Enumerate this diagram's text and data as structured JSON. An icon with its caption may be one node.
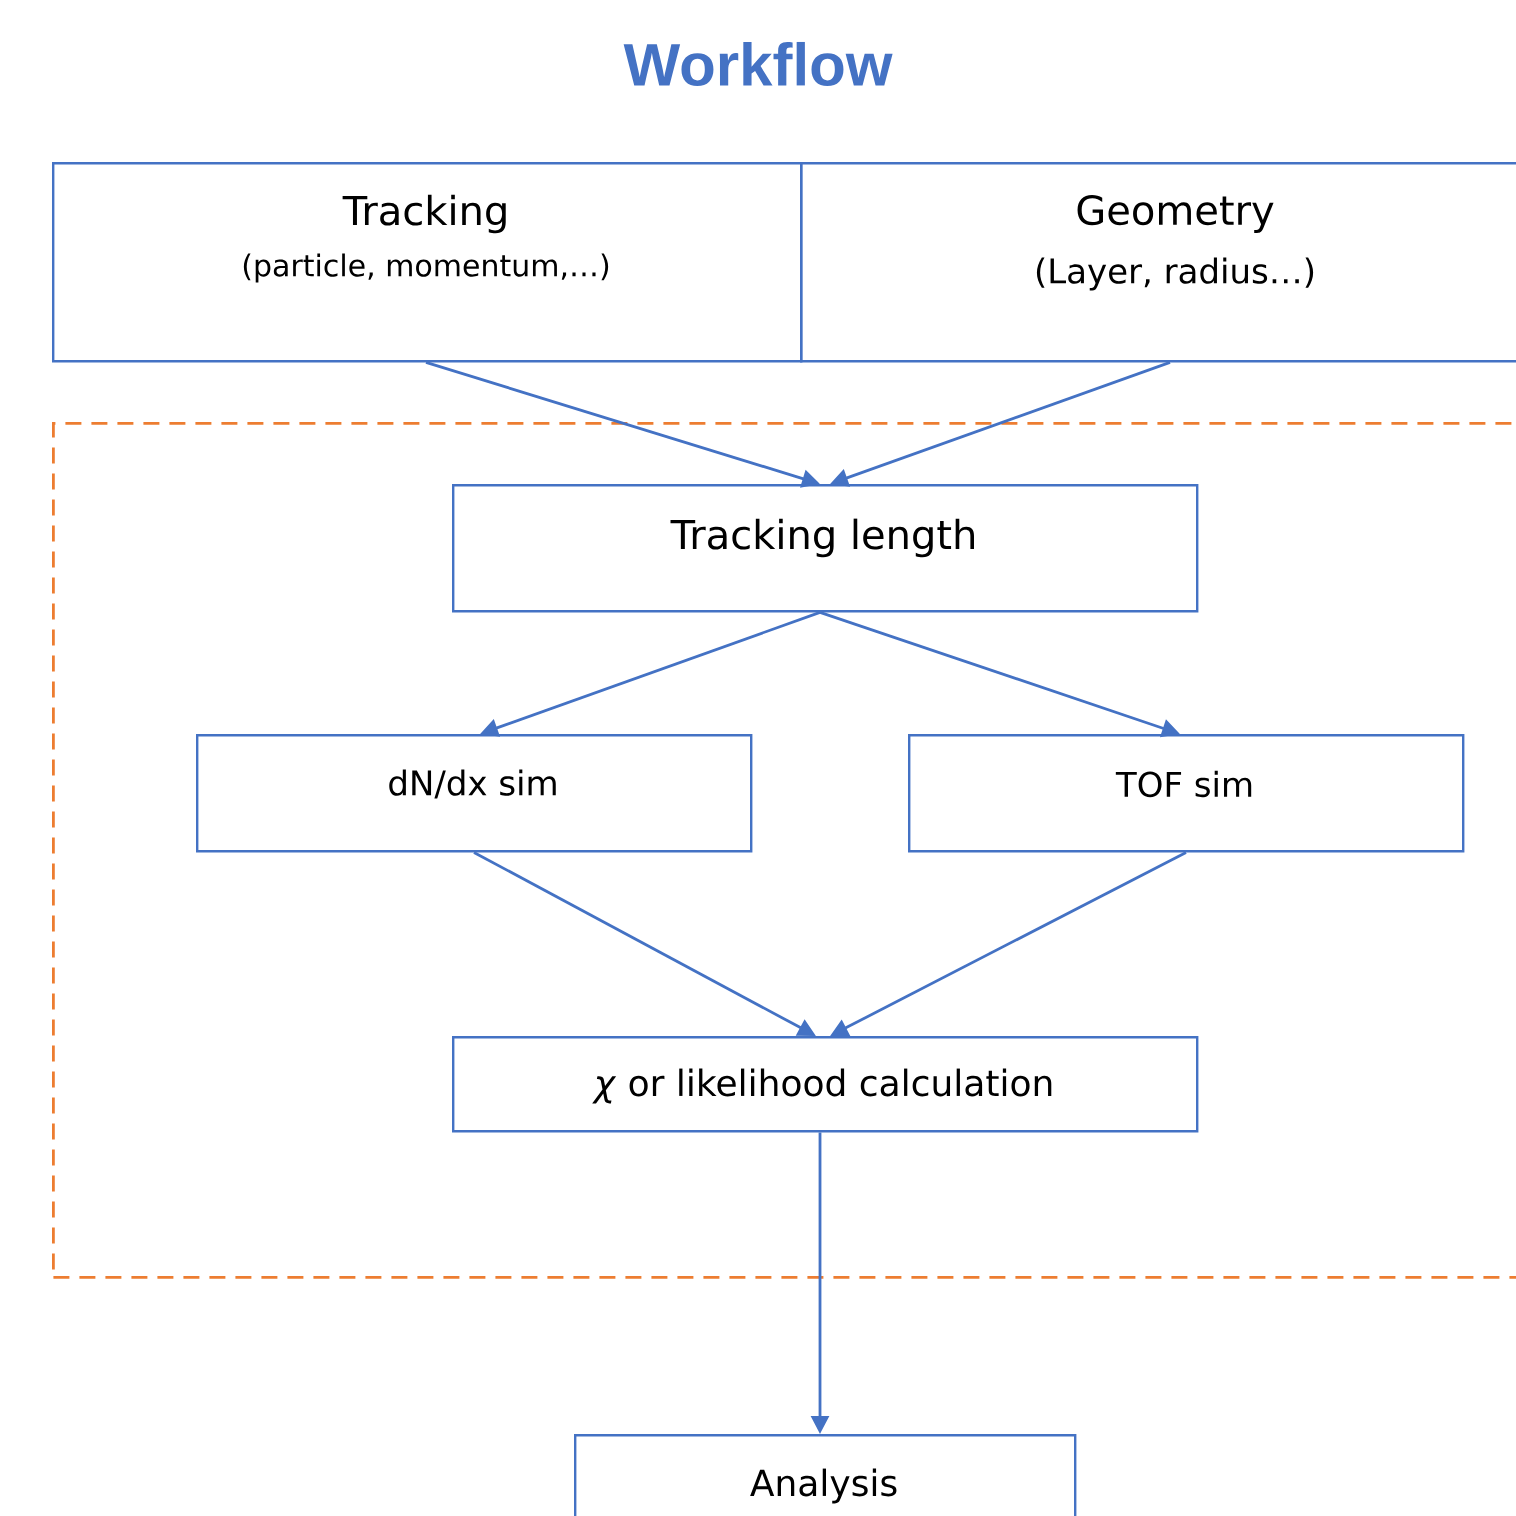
{
  "diagram": {
    "title": "Workflow",
    "nodes": [
      {
        "text": [
          "Tracking",
          "(particle, momentum,…)"
        ]
      },
      {
        "text": [
          "Geometry",
          "(Layer, radius…)"
        ]
      },
      {
        "text": [],
        "shape": "box"
      },
      {
        "text": [
          "Tracking length"
        ],
        "in": 2
      },
      {
        "text": [
          "dN/dx sim"
        ],
        "in": 2
      },
      {
        "text": [
          "TOF sim"
        ],
        "in": 2
      },
      {
        "text": [
          "*χ* or likelihood calculation"
        ],
        "in": 2
      },
      {
        "text": [
          "Analysis"
        ]
      }
    ],
    "edges": [
      {
        "from": 0,
        "to": 3,
        "arrow": "to"
      },
      {
        "from": 1,
        "to": 3,
        "arrow": "to"
      },
      {
        "from": 3,
        "to": 4,
        "arrow": "to"
      },
      {
        "from": 3,
        "to": 5,
        "arrow": "to"
      },
      {
        "from": 4,
        "to": 6,
        "arrow": "to"
      },
      {
        "from": 5,
        "to": 6,
        "arrow": "to"
      },
      {
        "from": 6,
        "to": 7,
        "arrow": "to"
      }
    ]
  }
}
